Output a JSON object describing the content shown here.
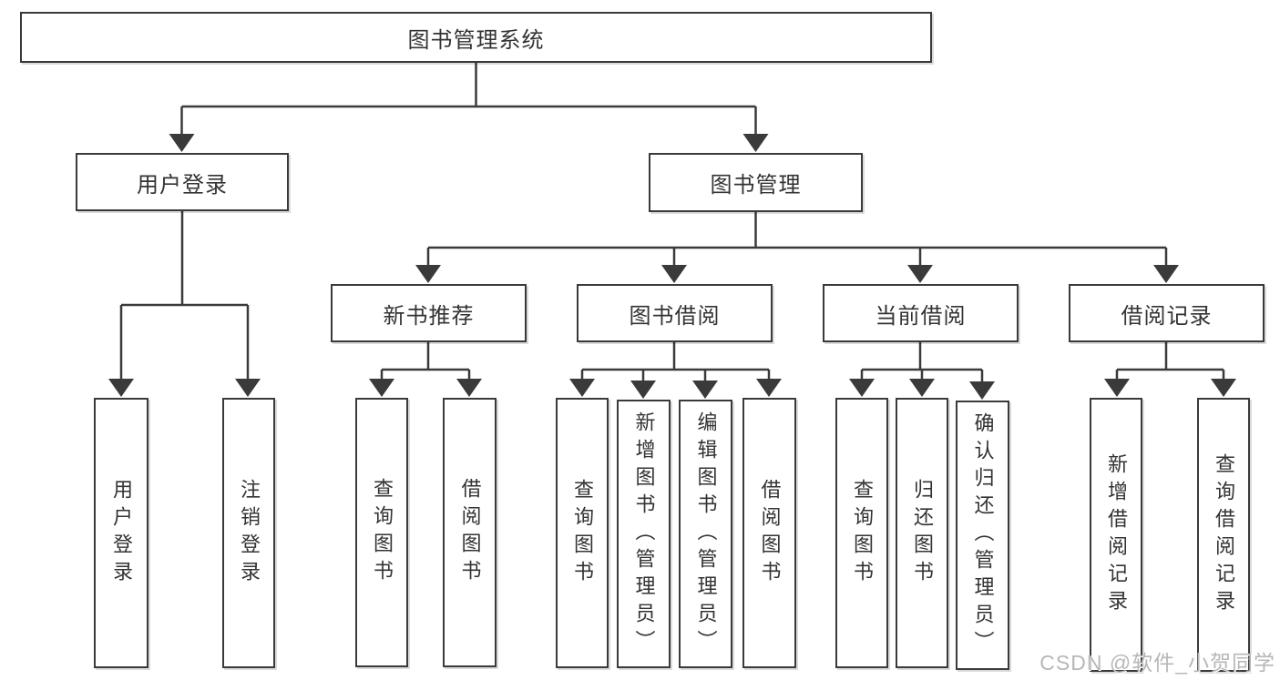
{
  "diagram": {
    "title": "图书管理系统",
    "colors": {
      "line": "#3a3a3a",
      "text": "#333333",
      "watermark": "#b7b7b7",
      "background": "#ffffff"
    },
    "tree": {
      "label": "图书管理系统",
      "children": [
        {
          "label": "用户登录",
          "children": [
            {
              "label": "用户登录"
            },
            {
              "label": "注销登录"
            }
          ]
        },
        {
          "label": "图书管理",
          "children": [
            {
              "label": "新书推荐",
              "children": [
                {
                  "label": "查询图书"
                },
                {
                  "label": "借阅图书"
                }
              ]
            },
            {
              "label": "图书借阅",
              "children": [
                {
                  "label": "查询图书"
                },
                {
                  "label": "新增图书（管理员）"
                },
                {
                  "label": "编辑图书（管理员）"
                },
                {
                  "label": "借阅图书"
                }
              ]
            },
            {
              "label": "当前借阅",
              "children": [
                {
                  "label": "查询图书"
                },
                {
                  "label": "归还图书"
                },
                {
                  "label": "确认归还（管理员）"
                }
              ]
            },
            {
              "label": "借阅记录",
              "children": [
                {
                  "label": "新增借阅记录"
                },
                {
                  "label": "查询借阅记录"
                }
              ]
            }
          ]
        }
      ]
    }
  },
  "watermark": {
    "text": "CSDN @软件_小贺同学"
  }
}
